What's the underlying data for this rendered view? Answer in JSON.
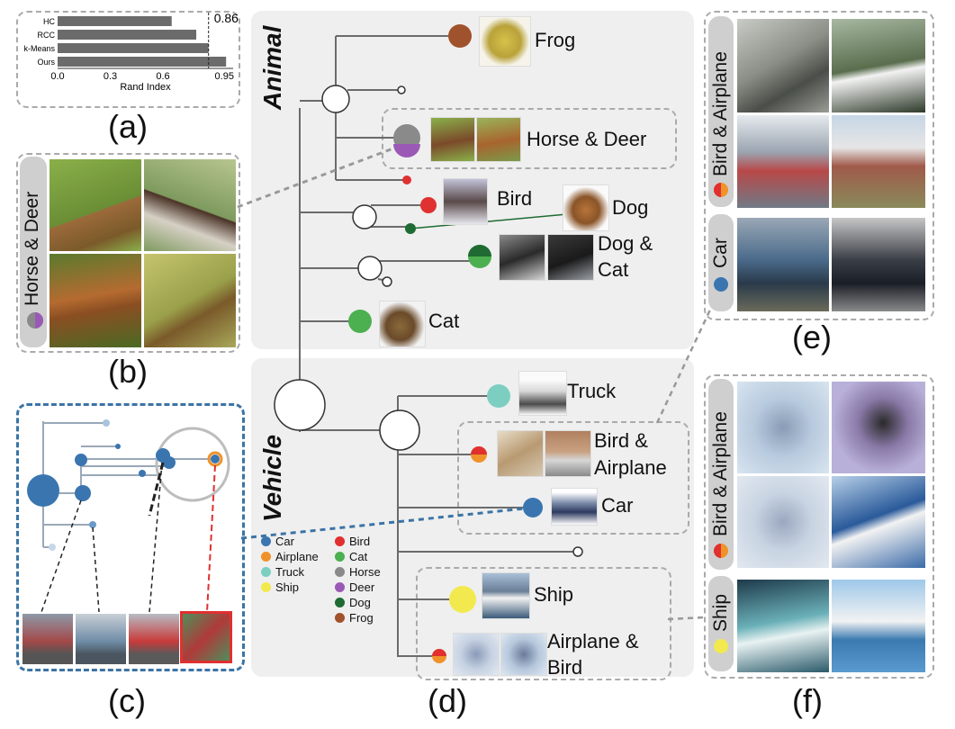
{
  "panels": {
    "a": "(a)",
    "b": "(b)",
    "c": "(c)",
    "d": "(d)",
    "e": "(e)",
    "f": "(f)"
  },
  "chart_data": {
    "type": "bar",
    "orientation": "horizontal",
    "categories": [
      "HC",
      "RCC",
      "k-Means",
      "Ours"
    ],
    "values": [
      0.65,
      0.79,
      0.86,
      0.96
    ],
    "xlabel": "Rand Index",
    "xticks": [
      "0.0",
      "0.3",
      "0.6",
      "0.95"
    ],
    "xlim": [
      0,
      1.0
    ],
    "annotation": "0.86",
    "bar_color": "#6b6b6b"
  },
  "panel_b": {
    "side_label": "Horse & Deer",
    "swatch_colors": [
      "#8a8a8a",
      "#9b59b6"
    ]
  },
  "panel_d": {
    "groups": {
      "animal": "Animal",
      "vehicle": "Vehicle"
    },
    "nodes": {
      "frog": "Frog",
      "horse_deer": "Horse & Deer",
      "bird": "Bird",
      "dog": "Dog",
      "dog_cat_1": "Dog &",
      "dog_cat_2": "Cat",
      "cat": "Cat",
      "truck": "Truck",
      "bird_airplane_1": "Bird &",
      "bird_airplane_2": "Airplane",
      "car": "Car",
      "ship": "Ship",
      "airplane_bird_1": "Airplane &",
      "airplane_bird_2": "Bird"
    },
    "legend_left": [
      {
        "label": "Car",
        "color": "#3a75b0"
      },
      {
        "label": "Airplane",
        "color": "#f0922a"
      },
      {
        "label": "Truck",
        "color": "#7ccfc0"
      },
      {
        "label": "Ship",
        "color": "#f2e94e"
      }
    ],
    "legend_right": [
      {
        "label": "Bird",
        "color": "#e03030"
      },
      {
        "label": "Cat",
        "color": "#4caf50"
      },
      {
        "label": "Horse",
        "color": "#8a8a8a"
      },
      {
        "label": "Deer",
        "color": "#9b59b6"
      },
      {
        "label": "Dog",
        "color": "#1f6b33"
      },
      {
        "label": "Frog",
        "color": "#a0522d"
      }
    ]
  },
  "panel_e": {
    "top_label": "Bird & Airplane",
    "bottom_label": "Car"
  },
  "panel_f": {
    "top_label": "Bird & Airplane",
    "bottom_label": "Ship"
  }
}
